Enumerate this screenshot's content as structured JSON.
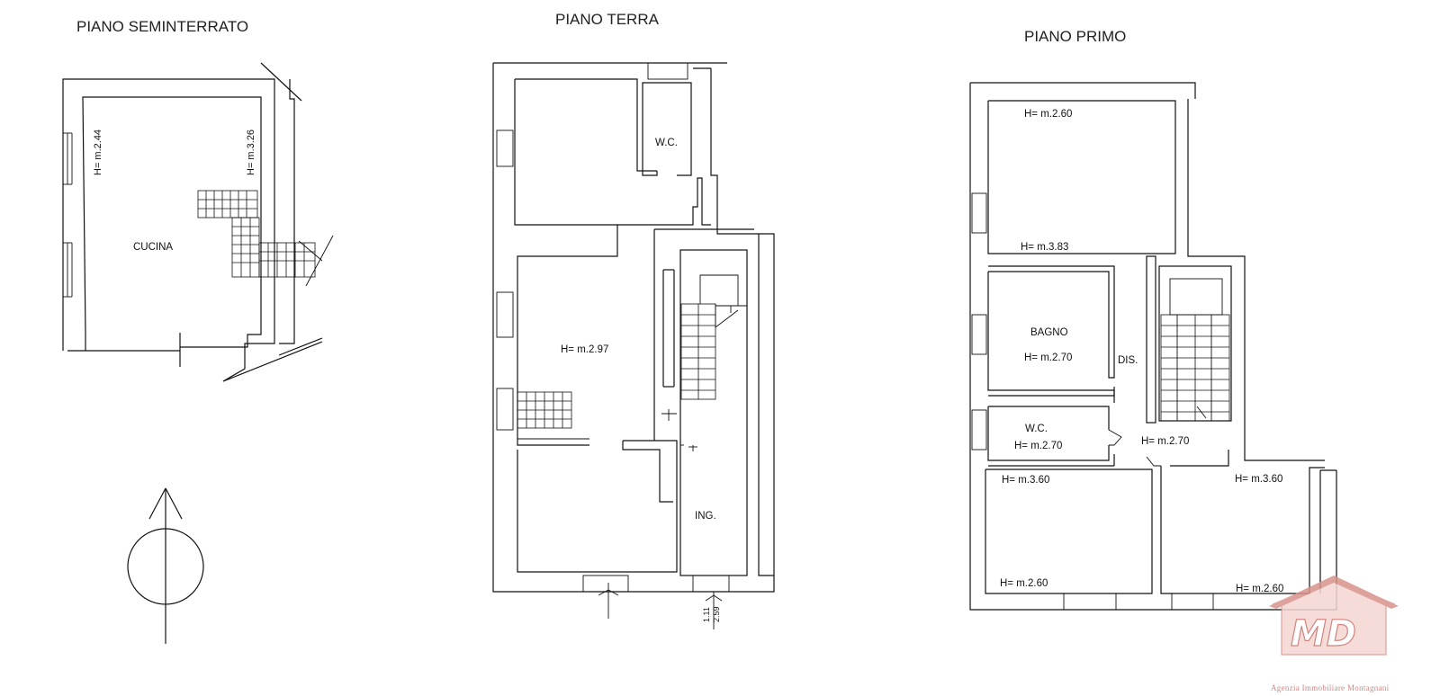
{
  "floors": {
    "seminterrato": {
      "title": "PIANO SEMINTERRATO",
      "labels": {
        "room": "CUCINA",
        "h_left": "H= m.2.44",
        "h_right": "H= m.3.26"
      }
    },
    "terra": {
      "title": "PIANO TERRA",
      "labels": {
        "wc": "W.C.",
        "h_main": "H= m.2.97",
        "ing": "ING.",
        "dim1": "1.11",
        "dim2": "2.59"
      }
    },
    "primo": {
      "title": "PIANO PRIMO",
      "labels": {
        "h_top1": "H= m.2.60",
        "h_top2": "H= m.3.83",
        "bagno": "BAGNO",
        "h_bagno": "H= m.2.70",
        "dis": "DIS.",
        "wc": "W.C.",
        "h_wc": "H= m.2.70",
        "h_dis": "H= m.2.70",
        "h_bl_top": "H= m.3.60",
        "h_br_top": "H= m.3.60",
        "h_bl_bot": "H= m.2.60",
        "h_br_bot": "H= m.2.60"
      }
    }
  },
  "compass": {
    "icon": "north-arrow-icon"
  },
  "logo": {
    "mark": "MD",
    "tagline": "Agenzia Immobiliare Montagnani",
    "color": "#c96f6a"
  }
}
